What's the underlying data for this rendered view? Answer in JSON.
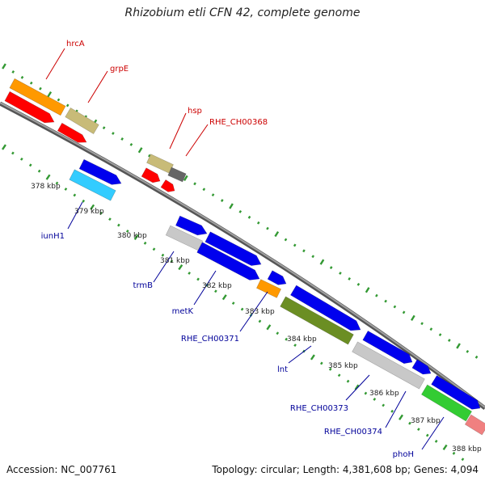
{
  "title": "Rhizobium etli CFN 42, complete genome",
  "footer": {
    "accession": "Accession: NC_007761",
    "topology": "Topology: circular; Length: 4,381,608 bp; Genes: 4,094"
  },
  "kbp_labels": [
    "378 kbp",
    "379 kbp",
    "380 kbp",
    "381 kbp",
    "382 kbp",
    "383 kbp",
    "384 kbp",
    "385 kbp",
    "386 kbp",
    "387 kbp",
    "388 kbp"
  ],
  "gene_labels_forward": [
    "hrcA",
    "grpE",
    "hsp",
    "RHE_CH00368"
  ],
  "gene_labels_reverse": [
    "iunH1",
    "trmB",
    "metK",
    "RHE_CH00371",
    "lnt",
    "RHE_CH00373",
    "RHE_CH00374",
    "phoH"
  ],
  "colors": {
    "label_forward": "#cc0000",
    "label_reverse": "#000099",
    "backbone": "#8a8a8a",
    "gc_ticks": "#339933",
    "orange": "#ff9900",
    "red": "#ff0000",
    "khaki": "#c8bb78",
    "dark_grey": "#666666",
    "blue": "#0000ee",
    "cyan": "#33ccff",
    "light_grey": "#c8c8c8",
    "olive": "#6b8e23",
    "green": "#33cc33",
    "pink": "#f08080"
  }
}
